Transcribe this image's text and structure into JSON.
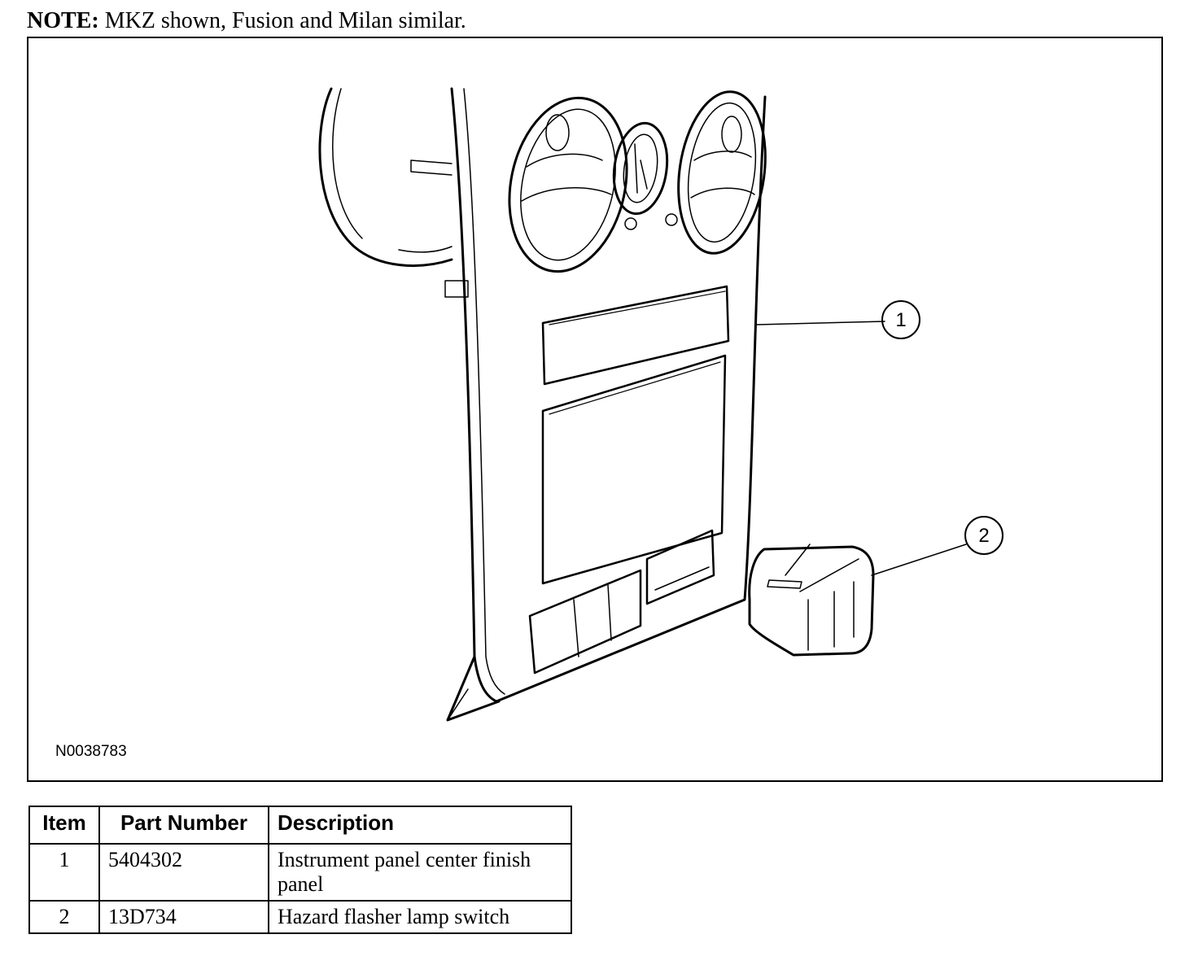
{
  "note": {
    "label": "NOTE:",
    "text": "MKZ shown, Fusion and Milan similar."
  },
  "figure": {
    "id": "N0038783",
    "callouts": [
      "1",
      "2"
    ]
  },
  "table": {
    "headers": {
      "item": "Item",
      "part_number": "Part Number",
      "description": "Description"
    },
    "rows": [
      {
        "item": "1",
        "part_number": "5404302",
        "description": "Instrument panel center finish panel"
      },
      {
        "item": "2",
        "part_number": "13D734",
        "description": "Hazard flasher lamp switch"
      }
    ]
  }
}
